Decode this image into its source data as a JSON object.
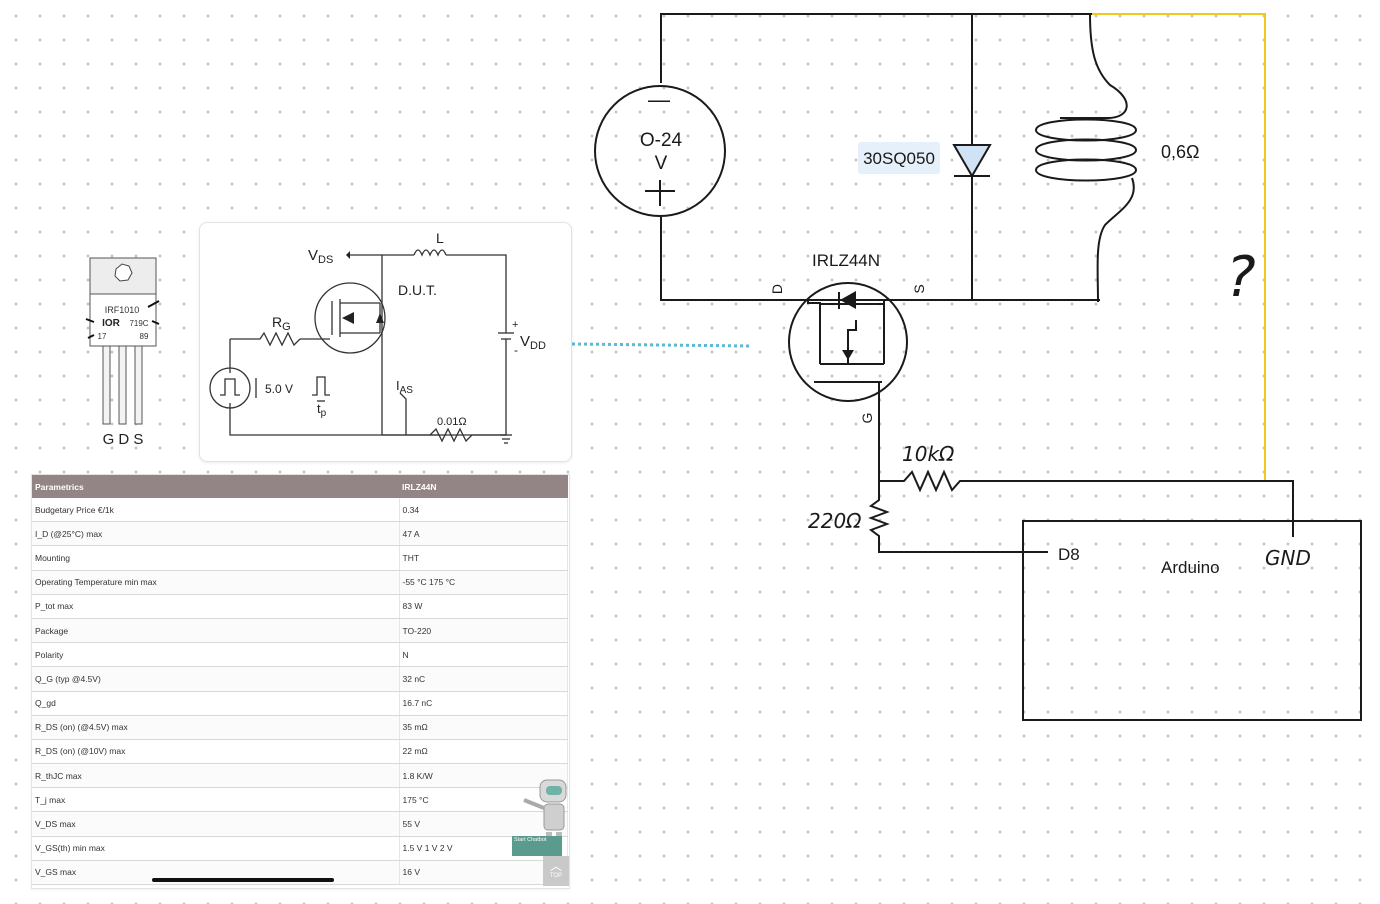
{
  "circuit": {
    "source_label_line1": "O-24",
    "source_label_line2": "V",
    "source_minus": "—",
    "source_plus": "+",
    "diode_label": "30SQ050",
    "coil_resistance": "0,6Ω",
    "mosfet_label": "IRLZ44N",
    "pin_d": "D",
    "pin_s": "S",
    "pin_g": "G",
    "gate_series_resistor": "10kΩ",
    "pulldown_resistor": "220Ω",
    "question_mark": "?",
    "arduino_label": "Arduino",
    "arduino_pin_d8": "D8",
    "arduino_pin_gnd": "GND"
  },
  "reference_schematic": {
    "vds": "V",
    "vds_sub": "DS",
    "inductor": "L",
    "dut": "D.U.T.",
    "rg": "R",
    "rg_sub": "G",
    "vdd": "V",
    "vdd_sub": "DD",
    "vdd_plus": "+",
    "vdd_minus": "-",
    "pulse_voltage": "5.0 V",
    "ias": "I",
    "ias_sub": "AS",
    "tp": "t",
    "tp_sub": "p",
    "shunt": "0.01Ω"
  },
  "package_image": {
    "part_marking": "IRF1010",
    "logo": "IOR",
    "code": "719C",
    "code2_left": "17",
    "code2_right": "89",
    "pins": "G D S"
  },
  "datasheet": {
    "header": [
      "Parametrics",
      "IRLZ44N"
    ],
    "rows": [
      {
        "param": "Budgetary Price €/1k",
        "value": "0.34"
      },
      {
        "param": "I_D (@25°C)  max",
        "value": "47 A"
      },
      {
        "param": "Mounting",
        "value": "THT"
      },
      {
        "param": "Operating Temperature  min  max",
        "value": "-55 °C   175 °C"
      },
      {
        "param": "P_tot  max",
        "value": "83 W"
      },
      {
        "param": "Package",
        "value": "TO-220"
      },
      {
        "param": "Polarity",
        "value": "N"
      },
      {
        "param": "Q_G (typ @4.5V)",
        "value": "32 nC"
      },
      {
        "param": "Q_gd",
        "value": "16.7 nC"
      },
      {
        "param": "R_DS (on) (@4.5V)  max",
        "value": "35 mΩ"
      },
      {
        "param": "R_DS (on) (@10V)  max",
        "value": "22 mΩ"
      },
      {
        "param": "R_thJC  max",
        "value": "1.8 K/W"
      },
      {
        "param": "T_j  max",
        "value": "175 °C"
      },
      {
        "param": "V_DS  max",
        "value": "55 V"
      },
      {
        "param": "V_GS(th)  min  max",
        "value": "1.5 V   1 V   2 V"
      },
      {
        "param": "V_GS  max",
        "value": "16 V"
      }
    ],
    "chatbot_label": "Start Chatbot",
    "top_button": "TOP"
  },
  "colors": {
    "wire": "#1a1a1a",
    "yellow_wire": "#f2c81e",
    "dotted_link": "#5bb8d8",
    "diode_fill": "#cfe3f5",
    "table_header": "#938586"
  }
}
